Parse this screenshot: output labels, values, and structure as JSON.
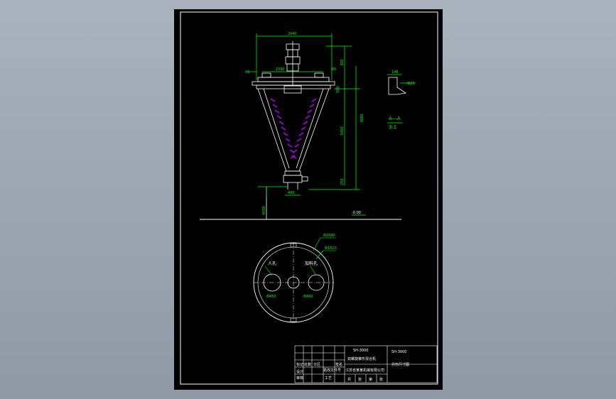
{
  "drawing": {
    "dimensions": {
      "overall_width": "2040",
      "inner_width": "1590",
      "left_offset": "45",
      "right_offset": "65",
      "top_height": "300",
      "flange_height": "500",
      "total_height": "3880",
      "cone_height": "3450",
      "bottom_height": "250",
      "outlet_width": "400",
      "ground_mark": "-0.00",
      "left_elevation": "4500"
    },
    "section_view": {
      "dim_top": "148",
      "dim_diameter": "Φ23",
      "label": "A—A",
      "scale": "3:1"
    },
    "plan_view": {
      "outer_diameter": "Φ2040",
      "inner_diameter": "Φ1510",
      "manhole_label": "人孔",
      "feed_label": "加料孔",
      "manhole_diameter": "Φ450",
      "feed_diameter": "Φ400"
    },
    "title_block": {
      "model_small": "SH-3000",
      "model": "SH-3000",
      "name": "双螺旋锥形混合机",
      "company": "江苏省某某机械有限公司",
      "drawing_title": "外形尺寸图",
      "row_labels": [
        "标记",
        "设计",
        "审核",
        "工艺"
      ],
      "col_labels": [
        "处数",
        "分区",
        "更改文件号",
        "签名"
      ],
      "foot_labels": [
        "共",
        "张",
        "第",
        "张"
      ]
    }
  },
  "colors": {
    "background": "#000000",
    "line": "#ffffff",
    "dimension": "#00ff00",
    "screw": "#b400ff",
    "sheet_frame": "#ffffff"
  }
}
